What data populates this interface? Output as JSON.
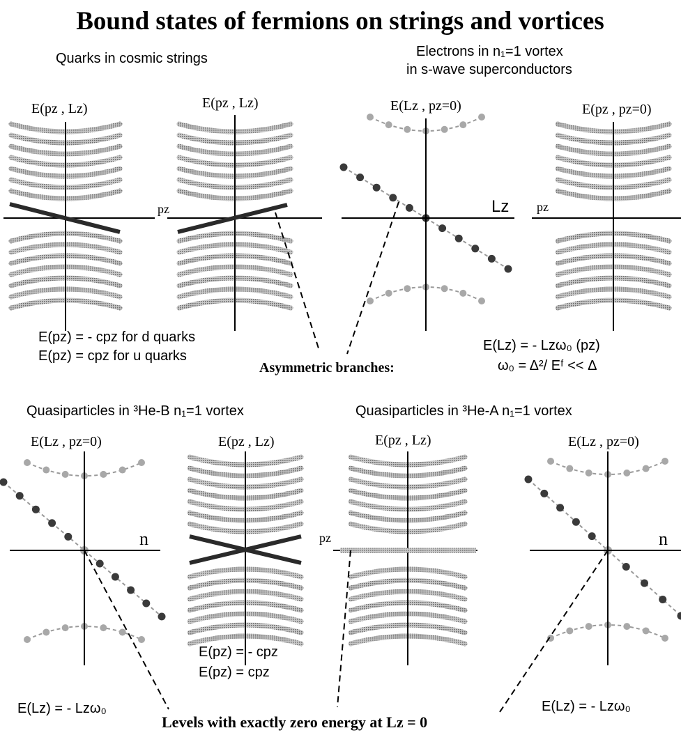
{
  "title": "Bound states of fermions on strings and vortices",
  "sections": {
    "quarks": "Quarks  in cosmic strings",
    "electrons_line1": "Electrons in n₁=1 vortex",
    "electrons_line2": "in s-wave superconductors",
    "he_b": "Quasiparticles in ³He-B  n₁=1 vortex",
    "he_a": "Quasiparticles in ³He-A  n₁=1 vortex"
  },
  "panel_titles": {
    "p1": "E(pᴢ , Lᴢ)",
    "p2": "E(pᴢ , Lᴢ)",
    "p3": "E(Lᴢ , pᴢ=0)",
    "p4": "E(pᴢ , pᴢ=0)",
    "p5": "E(Lᴢ , pᴢ=0)",
    "p6": "E(pᴢ , Lᴢ)",
    "p7": "E(pᴢ , Lᴢ)",
    "p8": "E(Lᴢ , pᴢ=0)"
  },
  "axis_labels": {
    "p2_x": "pᴢ",
    "p3_x": "Lᴢ",
    "p4_x": "pᴢ",
    "p5_x": "n",
    "p7_x": "pᴢ",
    "p8_x": "n"
  },
  "formulas": {
    "d_quark": "E(pᴢ) = - cpᴢ for d quarks",
    "u_quark": "E(pᴢ) =  cpᴢ  for u quarks",
    "electron_E": "E(Lᴢ)  =  - Lᴢω₀ (pᴢ)",
    "omega0": "ω₀ = Δ²/ Eᶠ << Δ",
    "heb_left": "E(Lᴢ)  =  - Lᴢω₀",
    "heb_mid1": "E(pᴢ) = - cpᴢ",
    "heb_mid2": "E(pᴢ) =  cpᴢ",
    "hea_right": "E(Lᴢ)  =  - Lᴢω₀"
  },
  "annotations": {
    "asymmetric": "Asymmetric branches:",
    "zero_energy": "Levels with exactly zero energy at  Lᴢ = 0"
  },
  "colors": {
    "ink": "#000000",
    "hatch": "#8c8c8c",
    "dot_light": "#9a9a9a",
    "dot_dark": "#3a3a3a"
  }
}
